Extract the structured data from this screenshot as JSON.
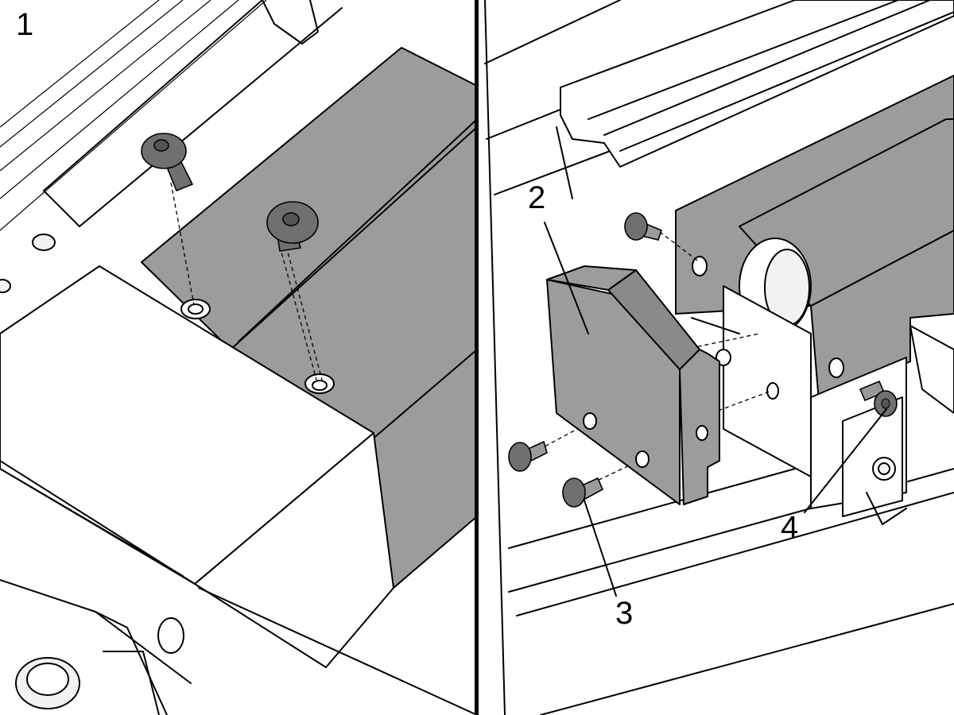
{
  "callouts": {
    "step1": "1",
    "cover": "2",
    "screw_front": "3",
    "screw_rear": "4"
  },
  "colors": {
    "metal_dark": "#9c9c9c",
    "screw": "#707070",
    "line": "#000000",
    "background": "#ffffff"
  },
  "icons": {
    "screw": "hex-socket-screw-icon"
  }
}
